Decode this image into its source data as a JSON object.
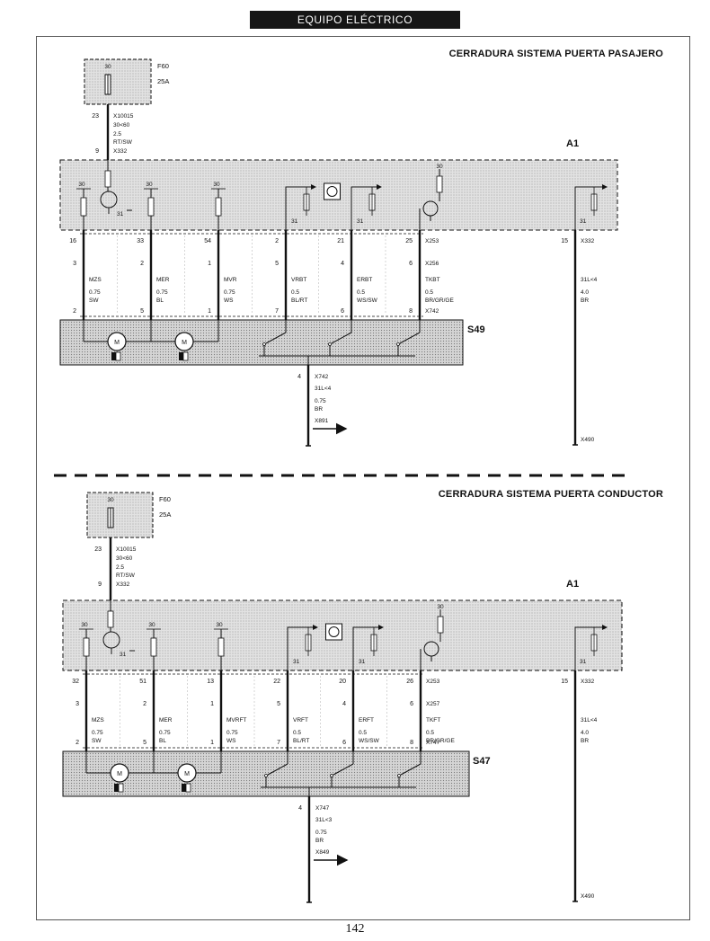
{
  "header": "EQUIPO ELÉCTRICO",
  "page_number": "142",
  "sections": [
    {
      "title": "CERRADURA SISTEMA PUERTA PASAJERO",
      "fuse": {
        "name": "F60",
        "rating": "25A",
        "terminal": "30"
      },
      "supply": {
        "pin_top": "23",
        "pin_bottom": "9",
        "connector": "X10015",
        "circuit": "30<60",
        "gauge": "2.5",
        "color": "RT/SW",
        "bottom_connector": "X332"
      },
      "module": {
        "name": "A1",
        "terminal_30": "30",
        "terminal_31": "31"
      },
      "component": {
        "name": "S49",
        "motor": "M"
      },
      "wires": [
        {
          "top_pin": "16",
          "pin_upper": "3",
          "name": "MZS",
          "gauge": "0.75",
          "color": "SW",
          "pin_lower": "2"
        },
        {
          "top_pin": "33",
          "pin_upper": "2",
          "name": "MER",
          "gauge": "0.75",
          "color": "BL",
          "pin_lower": "5"
        },
        {
          "top_pin": "54",
          "pin_upper": "1",
          "name": "MVR",
          "gauge": "0.75",
          "color": "WS",
          "pin_lower": "1"
        },
        {
          "top_pin": "2",
          "pin_upper": "5",
          "name": "VRBT",
          "gauge": "0.5",
          "color": "BL/RT",
          "pin_lower": "7"
        },
        {
          "top_pin": "21",
          "pin_upper": "4",
          "name": "ERBT",
          "gauge": "0.5",
          "color": "WS/SW",
          "pin_lower": "6"
        },
        {
          "top_pin": "25",
          "pin_upper": "6",
          "name": "TKBT",
          "gauge": "0.5",
          "color": "BR/GR/GE",
          "pin_lower": "8",
          "connector_top": "X253",
          "connector_mid": "X256",
          "connector_low": "X742"
        }
      ],
      "ground_module": {
        "pin": "15",
        "connector": "X332",
        "circuit": "31L<4",
        "gauge": "4.0",
        "color": "BR",
        "end": "X490"
      },
      "ground_component": {
        "pin": "4",
        "connector": "X742",
        "circuit": "31L<4",
        "gauge": "0.75",
        "color": "BR",
        "end": "X891"
      }
    },
    {
      "title": "CERRADURA SISTEMA PUERTA CONDUCTOR",
      "fuse": {
        "name": "F60",
        "rating": "25A",
        "terminal": "30"
      },
      "supply": {
        "pin_top": "23",
        "pin_bottom": "9",
        "connector": "X10015",
        "circuit": "30<60",
        "gauge": "2.5",
        "color": "RT/SW",
        "bottom_connector": "X332"
      },
      "module": {
        "name": "A1",
        "terminal_30": "30",
        "terminal_31": "31"
      },
      "component": {
        "name": "S47",
        "motor": "M"
      },
      "wires": [
        {
          "top_pin": "32",
          "pin_upper": "3",
          "name": "MZS",
          "gauge": "0.75",
          "color": "SW",
          "pin_lower": "2"
        },
        {
          "top_pin": "51",
          "pin_upper": "2",
          "name": "MER",
          "gauge": "0.75",
          "color": "BL",
          "pin_lower": "5"
        },
        {
          "top_pin": "13",
          "pin_upper": "1",
          "name": "MVRFT",
          "gauge": "0.75",
          "color": "WS",
          "pin_lower": "1"
        },
        {
          "top_pin": "22",
          "pin_upper": "5",
          "name": "VRFT",
          "gauge": "0.5",
          "color": "BL/RT",
          "pin_lower": "7"
        },
        {
          "top_pin": "20",
          "pin_upper": "4",
          "name": "ERFT",
          "gauge": "0.5",
          "color": "WS/SW",
          "pin_lower": "6"
        },
        {
          "top_pin": "26",
          "pin_upper": "6",
          "name": "TKFT",
          "gauge": "0.5",
          "color": "BR/GR/GE",
          "pin_lower": "8",
          "connector_top": "X253",
          "connector_mid": "X257",
          "connector_low": "X747"
        }
      ],
      "ground_module": {
        "pin": "15",
        "connector": "X332",
        "circuit": "31L<4",
        "gauge": "4.0",
        "color": "BR",
        "end": "X490"
      },
      "ground_component": {
        "pin": "4",
        "connector": "X747",
        "circuit": "31L<3",
        "gauge": "0.75",
        "color": "BR",
        "end": "X849"
      }
    }
  ]
}
